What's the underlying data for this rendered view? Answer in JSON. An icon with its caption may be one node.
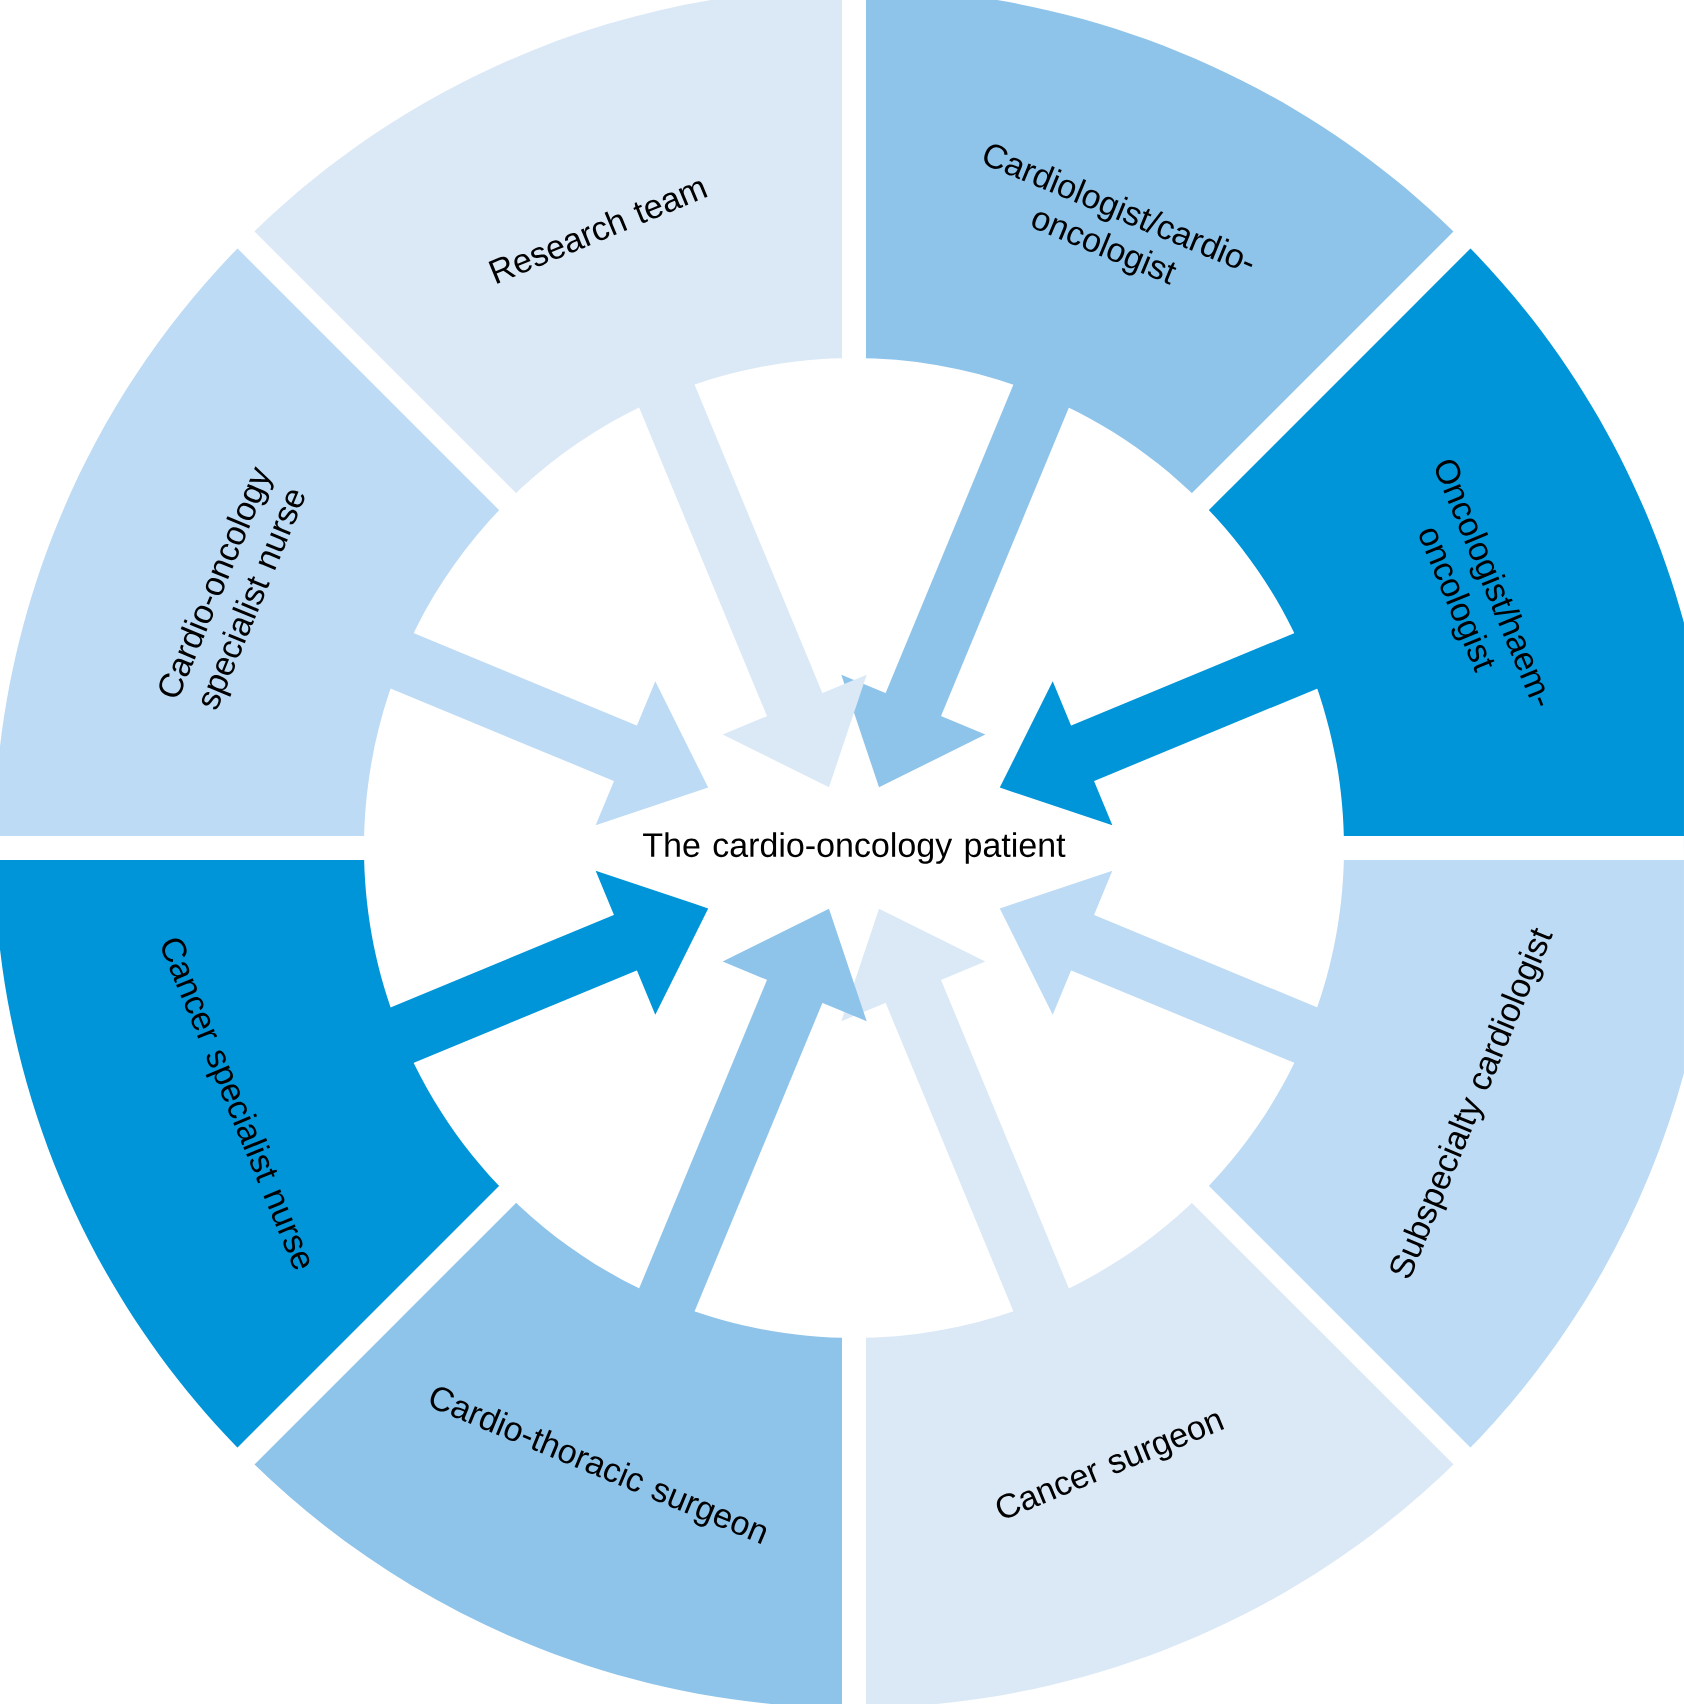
{
  "diagram": {
    "nodes": [
      {
        "text": [
          "The cardio-oncology patient"
        ]
      },
      {
        "text": [
          "Cardiologist/cardio-oncologist"
        ]
      },
      {
        "text": [
          "Oncologist/haem-oncologist"
        ]
      },
      {
        "text": [
          "Subspecialty cardiologist"
        ]
      },
      {
        "text": [
          "Cancer surgeon"
        ]
      },
      {
        "text": [
          "Cardio-thoracic surgeon"
        ]
      },
      {
        "text": [
          "Cancer specialist nurse"
        ]
      },
      {
        "text": [
          "Cardio-oncology specialist nurse"
        ]
      },
      {
        "text": [
          "Research team"
        ]
      }
    ],
    "edges": [
      {
        "from": 1,
        "to": 0,
        "arrow": "to",
        "color": "#8fc4ea"
      },
      {
        "from": 2,
        "to": 0,
        "arrow": "to",
        "color": "#0095d9"
      },
      {
        "from": 3,
        "to": 0,
        "arrow": "to",
        "color": "#bddbf4"
      },
      {
        "from": 4,
        "to": 0,
        "arrow": "to",
        "color": "#dbe9f7"
      },
      {
        "from": 5,
        "to": 0,
        "arrow": "to",
        "color": "#8fc4ea"
      },
      {
        "from": 6,
        "to": 0,
        "arrow": "to",
        "color": "#0095d9"
      },
      {
        "from": 7,
        "to": 0,
        "arrow": "to",
        "color": "#bddbf4"
      },
      {
        "from": 8,
        "to": 0,
        "arrow": "to",
        "color": "#dbe9f7"
      }
    ]
  }
}
